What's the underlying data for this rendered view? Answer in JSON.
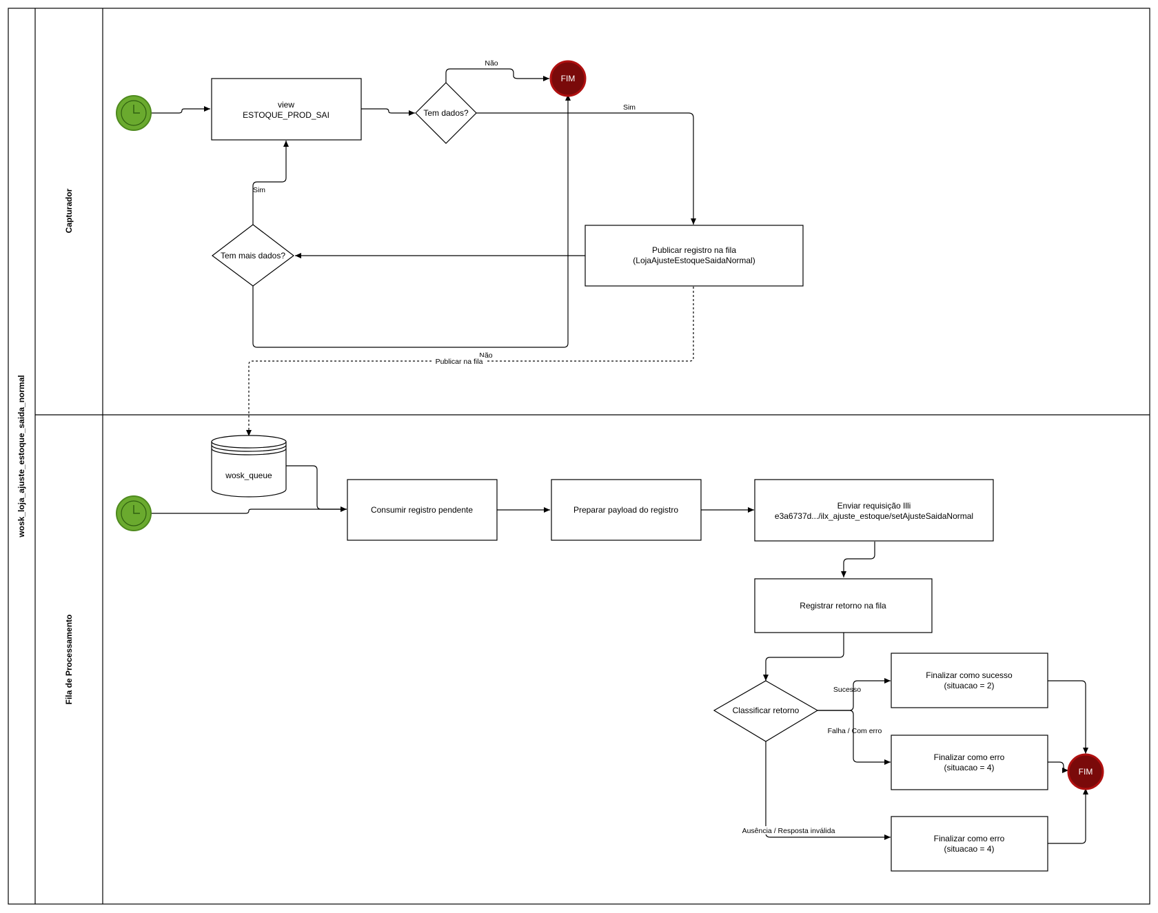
{
  "pool": {
    "title": "wosk_loja_ajuste_estoque_saida_normal"
  },
  "lanes": {
    "top": {
      "title": "Capturador"
    },
    "bottom": {
      "title": "Fila de Processamento"
    }
  },
  "nodes": {
    "view_box": {
      "line1": "view",
      "line2": "ESTOQUE_PROD_SAI"
    },
    "tem_dados": "Tem dados?",
    "fim_top": "FIM",
    "tem_mais_dados": "Tem mais dados?",
    "publicar": {
      "line1": "Publicar registro na fila",
      "line2": "(LojaAjusteEstoqueSaidaNormal)"
    },
    "queue": "wosk_queue",
    "consumir": "Consumir registro pendente",
    "preparar": "Preparar payload do registro",
    "enviar": {
      "line1": "Enviar requisição Illi",
      "line2": "e3a6737d.../ilx_ajuste_estoque/setAjusteSaidaNormal"
    },
    "registrar": "Registrar retorno na fila",
    "classificar": "Classificar retorno",
    "sucesso": {
      "line1": "Finalizar como sucesso",
      "line2": "(situacao = 2)"
    },
    "erro1": {
      "line1": "Finalizar como erro",
      "line2": "(situacao = 4)"
    },
    "erro2": {
      "line1": "Finalizar como erro",
      "line2": "(situacao = 4)"
    },
    "fim_bottom": "FIM"
  },
  "edges": {
    "nao_top": "Não",
    "sim_right": "Sim",
    "sim_up": "Sim",
    "nao_loop": "Não",
    "publicar_na_fila": "Publicar na fila",
    "sucesso": "Sucesso",
    "falha": "Falha / Com erro",
    "ausencia": "Ausência / Resposta inválida"
  },
  "colors": {
    "start_event_fill": "#6aaa2e",
    "start_event_stroke": "#4e8a1e",
    "end_event_fill": "#7a0a0a",
    "end_event_stroke": "#b01010"
  }
}
